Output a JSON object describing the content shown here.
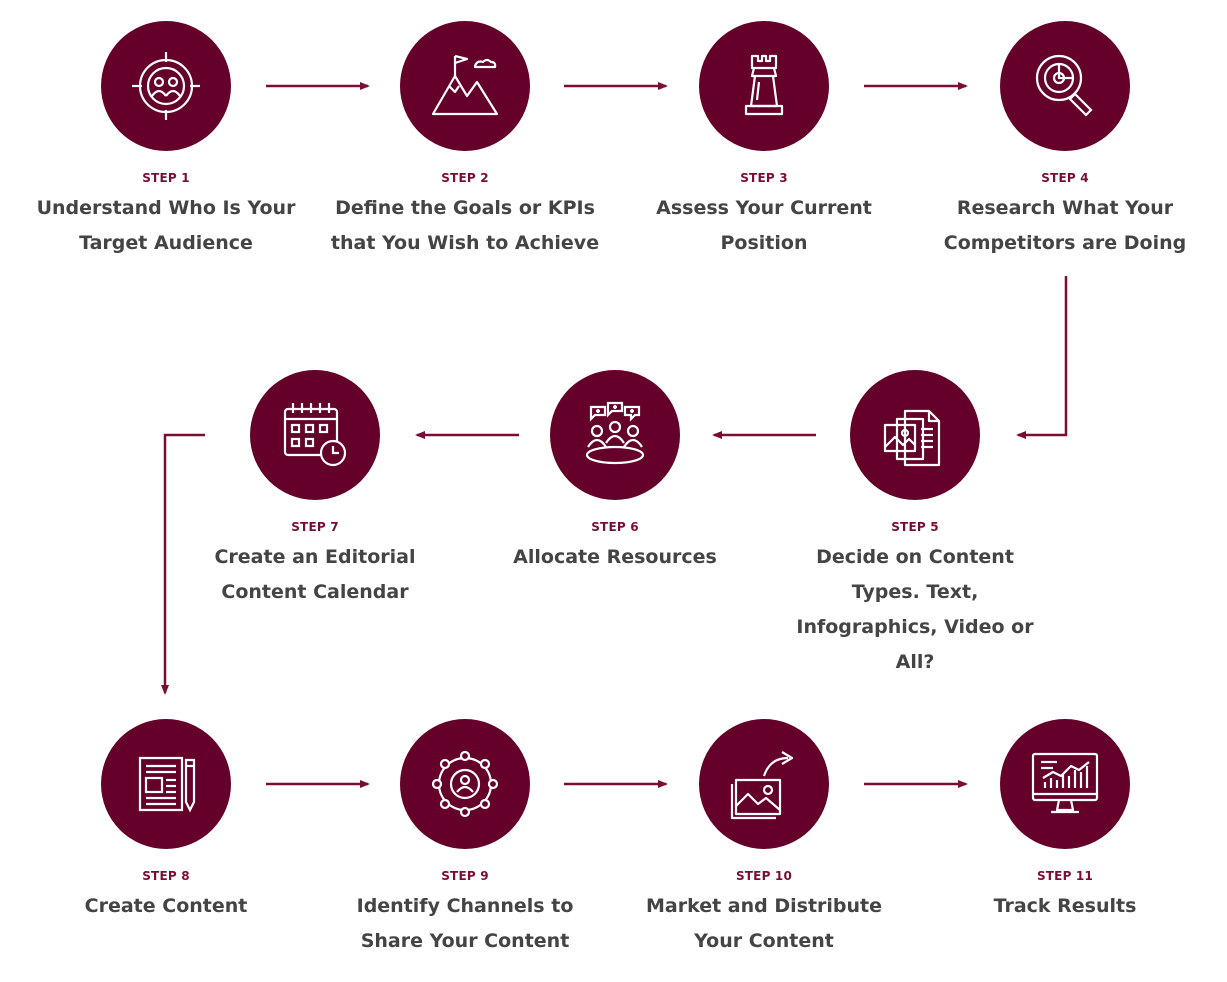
{
  "colors": {
    "accent": "#64002a",
    "step_label": "#7a0d34",
    "title_text": "#444444",
    "arrow": "#7a0d34"
  },
  "steps": [
    {
      "label": "STEP 1",
      "title": "Understand Who Is Your Target Audience",
      "icon": "target-audience-icon"
    },
    {
      "label": "STEP 2",
      "title": "Define the Goals or KPIs that You Wish to Achieve",
      "icon": "mountain-flag-icon"
    },
    {
      "label": "STEP 3",
      "title": "Assess Your Current Position",
      "icon": "chess-rook-icon"
    },
    {
      "label": "STEP 4",
      "title": "Research What Your Competitors are Doing",
      "icon": "magnifier-chart-icon"
    },
    {
      "label": "STEP 5",
      "title": "Decide on Content Types. Text, Infographics, Video or All?",
      "icon": "documents-image-icon"
    },
    {
      "label": "STEP 6",
      "title": "Allocate Resources",
      "icon": "team-meeting-icon"
    },
    {
      "label": "STEP 7",
      "title": "Create an Editorial Content Calendar",
      "icon": "calendar-clock-icon"
    },
    {
      "label": "STEP 8",
      "title": "Create Content",
      "icon": "article-pen-icon"
    },
    {
      "label": "STEP 9",
      "title": "Identify Channels to Share Your Content",
      "icon": "network-user-icon"
    },
    {
      "label": "STEP 10",
      "title": "Market and Distribute Your Content",
      "icon": "image-share-icon"
    },
    {
      "label": "STEP 11",
      "title": "Track Results",
      "icon": "monitor-chart-icon"
    }
  ]
}
